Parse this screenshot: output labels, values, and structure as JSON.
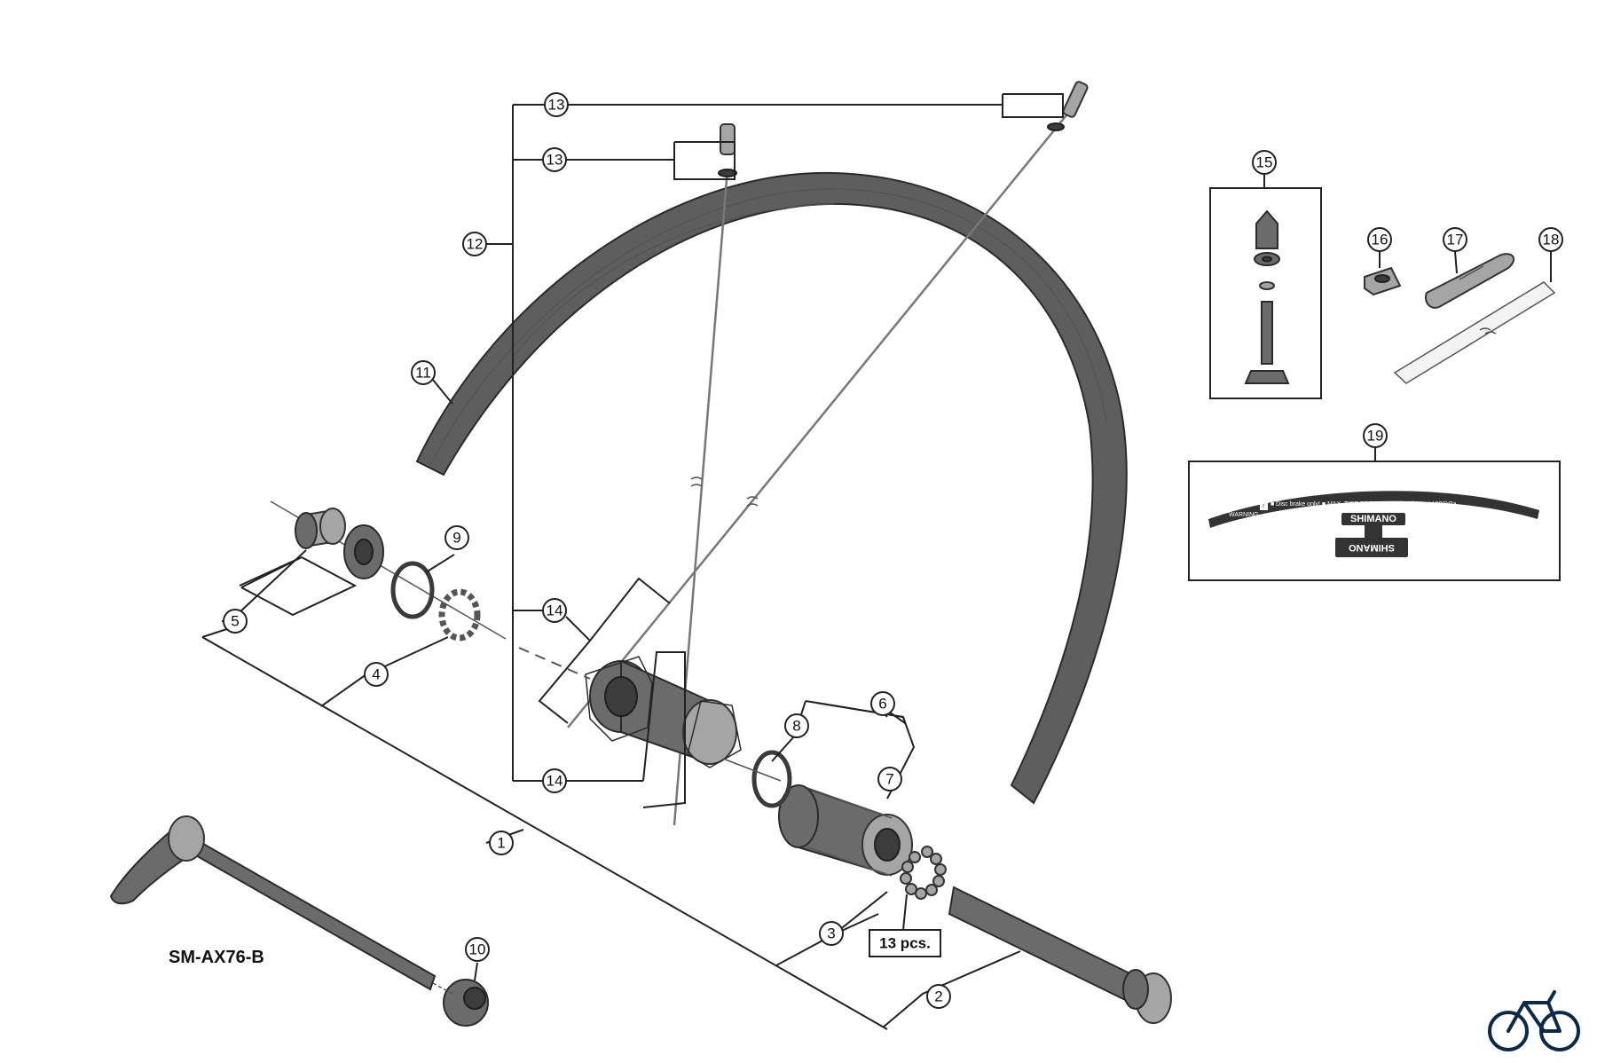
{
  "model": "SM-AX76-B",
  "quantity_label": "13 pcs.",
  "callouts": [
    "1",
    "2",
    "3",
    "4",
    "5",
    "6",
    "7",
    "8",
    "9",
    "10",
    "11",
    "12",
    "13",
    "13",
    "14",
    "14",
    "15",
    "16",
    "17",
    "18",
    "19"
  ],
  "decal": {
    "warning": "WARNING",
    "notice": "■ Disc brake only! ■ MAX. TIRE PRESSURE: 3bar / 44psi / 300kPa",
    "brand": "SHIMANO",
    "badge": "!"
  },
  "colors": {
    "ink": "#222222",
    "part": "#6b6b6b",
    "rim": "#5e5e5e",
    "logo": "#0b2a4a"
  },
  "icons": [
    "bicycle-icon"
  ]
}
